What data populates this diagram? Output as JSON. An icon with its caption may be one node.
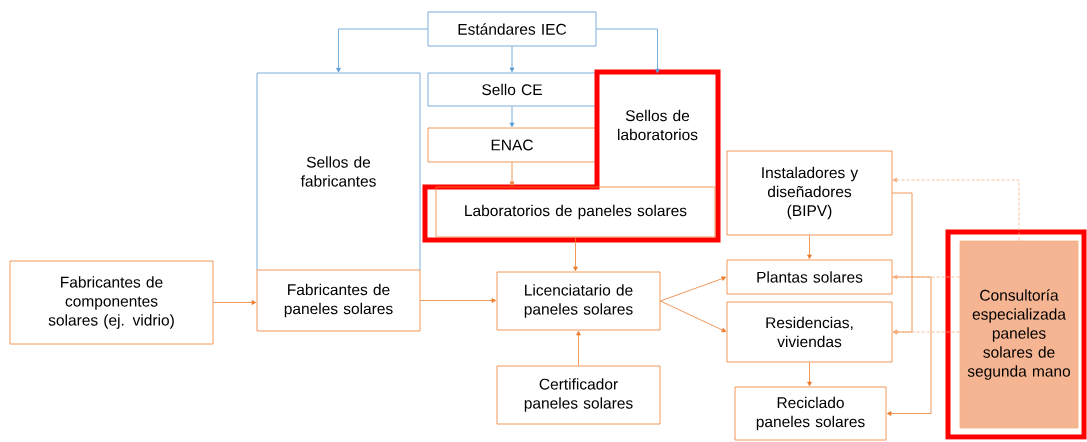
{
  "diagram": {
    "nodes": [
      {
        "text": [
          "Estándares IEC"
        ]
      },
      {
        "text": [
          "Sellos de fabricantes"
        ]
      },
      {
        "text": [
          "Fabricantes de paneles solares"
        ]
      },
      {
        "text": [
          "Sello CE"
        ]
      },
      {
        "text": [
          "ENAC"
        ]
      },
      {
        "text": [
          "Sellos de laboratorios"
        ]
      },
      {
        "text": [
          "Laboratorios de paneles solares"
        ],
        "in": 5
      },
      {
        "text": [
          "Fabricantes de componentes solares (ej. vidrio)"
        ]
      },
      {
        "text": [
          "Licenciatario de paneles solares"
        ]
      },
      {
        "text": [
          "Certificador paneles solares"
        ]
      },
      {
        "text": [
          "Instaladores y diseñadores (BIPV)"
        ]
      },
      {
        "text": [
          "Plantas solares"
        ]
      },
      {
        "text": [
          "Residencias, viviendas"
        ]
      },
      {
        "text": [
          "Reciclado paneles solares"
        ]
      },
      {
        "text": [
          "Consultoría especializada paneles solares de segunda mano"
        ]
      }
    ],
    "edges": [
      {
        "from": 0,
        "to": 1,
        "arrow": "to",
        "color": "#5b9bd5"
      },
      {
        "from": 0,
        "to": 3,
        "arrow": "to",
        "color": "#5b9bd5"
      },
      {
        "from": 0,
        "to": 5,
        "arrow": "to",
        "color": "#5b9bd5"
      },
      {
        "from": 3,
        "to": 4,
        "arrow": "to",
        "color": "#5b9bd5"
      },
      {
        "from": 4,
        "to": 6,
        "arrow": "to"
      },
      {
        "from": 7,
        "to": 2,
        "arrow": "to"
      },
      {
        "from": 2,
        "to": 8,
        "arrow": "to"
      },
      {
        "from": 6,
        "to": 8,
        "arrow": "to"
      },
      {
        "from": 9,
        "to": 8,
        "arrow": "to"
      },
      {
        "from": 8,
        "to": 11,
        "arrow": "to"
      },
      {
        "from": 8,
        "to": 12,
        "arrow": "to"
      },
      {
        "from": 10,
        "to": 11,
        "arrow": "to"
      },
      {
        "from": 10,
        "to": 12,
        "arrow": "to"
      },
      {
        "from": 11,
        "to": 13,
        "arrow": "to"
      },
      {
        "from": 12,
        "to": 13,
        "arrow": "to"
      },
      {
        "from": 14,
        "to": 10,
        "arrow": "to",
        "style": "dashed",
        "color": "#f4b183"
      },
      {
        "from": 14,
        "to": 11,
        "arrow": "to",
        "style": "dashed",
        "color": "#f4b183"
      },
      {
        "from": 14,
        "to": 12,
        "arrow": "to",
        "style": "dashed",
        "color": "#f4b183"
      }
    ]
  }
}
